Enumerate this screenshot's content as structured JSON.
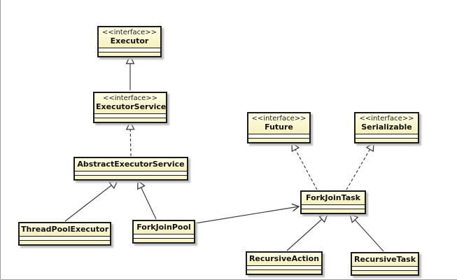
{
  "diagram": {
    "type": "uml-class-diagram",
    "classes": {
      "executor": {
        "stereotype": "<<interface>>",
        "name": "Executor"
      },
      "executorService": {
        "stereotype": "<<interface>>",
        "name": "ExecutorService"
      },
      "abstractExecutorService": {
        "name": "AbstractExecutorService"
      },
      "threadPoolExecutor": {
        "name": "ThreadPoolExecutor"
      },
      "forkJoinPool": {
        "name": "ForkJoinPool"
      },
      "future": {
        "stereotype": "<<interface>>",
        "name": "Future"
      },
      "serializable": {
        "stereotype": "<<interface>>",
        "name": "Serializable"
      },
      "forkJoinTask": {
        "name": "ForkJoinTask"
      },
      "recursiveAction": {
        "name": "RecursiveAction"
      },
      "recursiveTask": {
        "name": "RecursiveTask"
      }
    },
    "relationships": [
      {
        "from": "ExecutorService",
        "to": "Executor",
        "type": "generalization",
        "line": "solid",
        "arrowhead": "hollow-triangle"
      },
      {
        "from": "AbstractExecutorService",
        "to": "ExecutorService",
        "type": "realization",
        "line": "dashed",
        "arrowhead": "hollow-triangle"
      },
      {
        "from": "ThreadPoolExecutor",
        "to": "AbstractExecutorService",
        "type": "generalization",
        "line": "solid",
        "arrowhead": "hollow-triangle"
      },
      {
        "from": "ForkJoinPool",
        "to": "AbstractExecutorService",
        "type": "generalization",
        "line": "solid",
        "arrowhead": "hollow-triangle"
      },
      {
        "from": "ForkJoinPool",
        "to": "ForkJoinTask",
        "type": "association",
        "line": "solid",
        "arrowhead": "open-arrow"
      },
      {
        "from": "ForkJoinTask",
        "to": "Future",
        "type": "realization",
        "line": "dashed",
        "arrowhead": "hollow-triangle"
      },
      {
        "from": "ForkJoinTask",
        "to": "Serializable",
        "type": "realization",
        "line": "dashed",
        "arrowhead": "hollow-triangle"
      },
      {
        "from": "RecursiveAction",
        "to": "ForkJoinTask",
        "type": "generalization",
        "line": "solid",
        "arrowhead": "hollow-triangle"
      },
      {
        "from": "RecursiveTask",
        "to": "ForkJoinTask",
        "type": "generalization",
        "line": "solid",
        "arrowhead": "hollow-triangle"
      }
    ],
    "colors": {
      "class_fill": "#fdfbdf",
      "title_gradient_top": "#fffee8",
      "title_gradient_bottom": "#f6f0bd",
      "class_border": "#1b1b1b",
      "edge_line": "#3c3c3c",
      "drop_shadow": "#bdbdbd",
      "background": "#ffffff"
    }
  }
}
